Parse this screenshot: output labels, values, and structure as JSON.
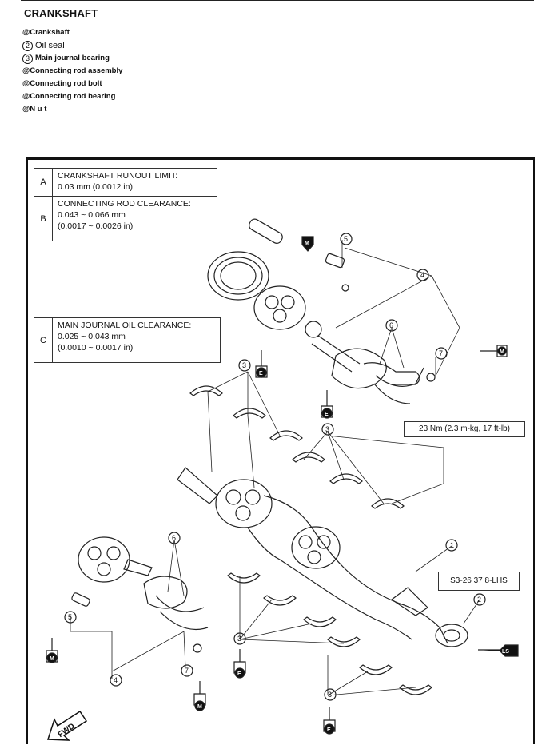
{
  "title": "CRANKSHAFT",
  "parts": [
    {
      "marker": "@",
      "label": "Crankshaft"
    },
    {
      "marker": "2",
      "label": "Oil seal"
    },
    {
      "marker": "3",
      "label": "Main journal  bearing"
    },
    {
      "marker": "@",
      "label": "Connecting   rod   assembly"
    },
    {
      "marker": "@",
      "label": "Connecting   rod    bolt"
    },
    {
      "marker": "@",
      "label": "Connecting   rod   bearing"
    },
    {
      "marker": "@",
      "label": "N u t"
    }
  ],
  "specs": {
    "a": {
      "key": "A",
      "line1": "CRANKSHAFT RUNOUT LIMIT:",
      "line2": "0.03 mm (0.0012 in)"
    },
    "b": {
      "key": "B",
      "line1": "CONNECTING ROD CLEARANCE:",
      "line2": "0.043 ~ 0.066 mm",
      "line3": "(0.0017 ~ 0.0026 in)"
    },
    "c": {
      "key": "C",
      "line1": "MAIN JOURNAL OIL CLEARANCE:",
      "line2": "0.025 ~ 0.043 mm",
      "line3": "(0.0010 ~ 0.0017 in)"
    }
  },
  "torque": "23 Nm (2.3 m-kg, 17 ft-lb)",
  "code": "S3-26 37 8-LHS",
  "callouts": {
    "n1": "1",
    "n2": "2",
    "n3": "3",
    "n4": "4",
    "n5": "5",
    "n6": "6",
    "n7": "7"
  },
  "lube_marks": {
    "oil": "E",
    "moly": "M",
    "lithium": "LS"
  },
  "fwd": "FWD"
}
